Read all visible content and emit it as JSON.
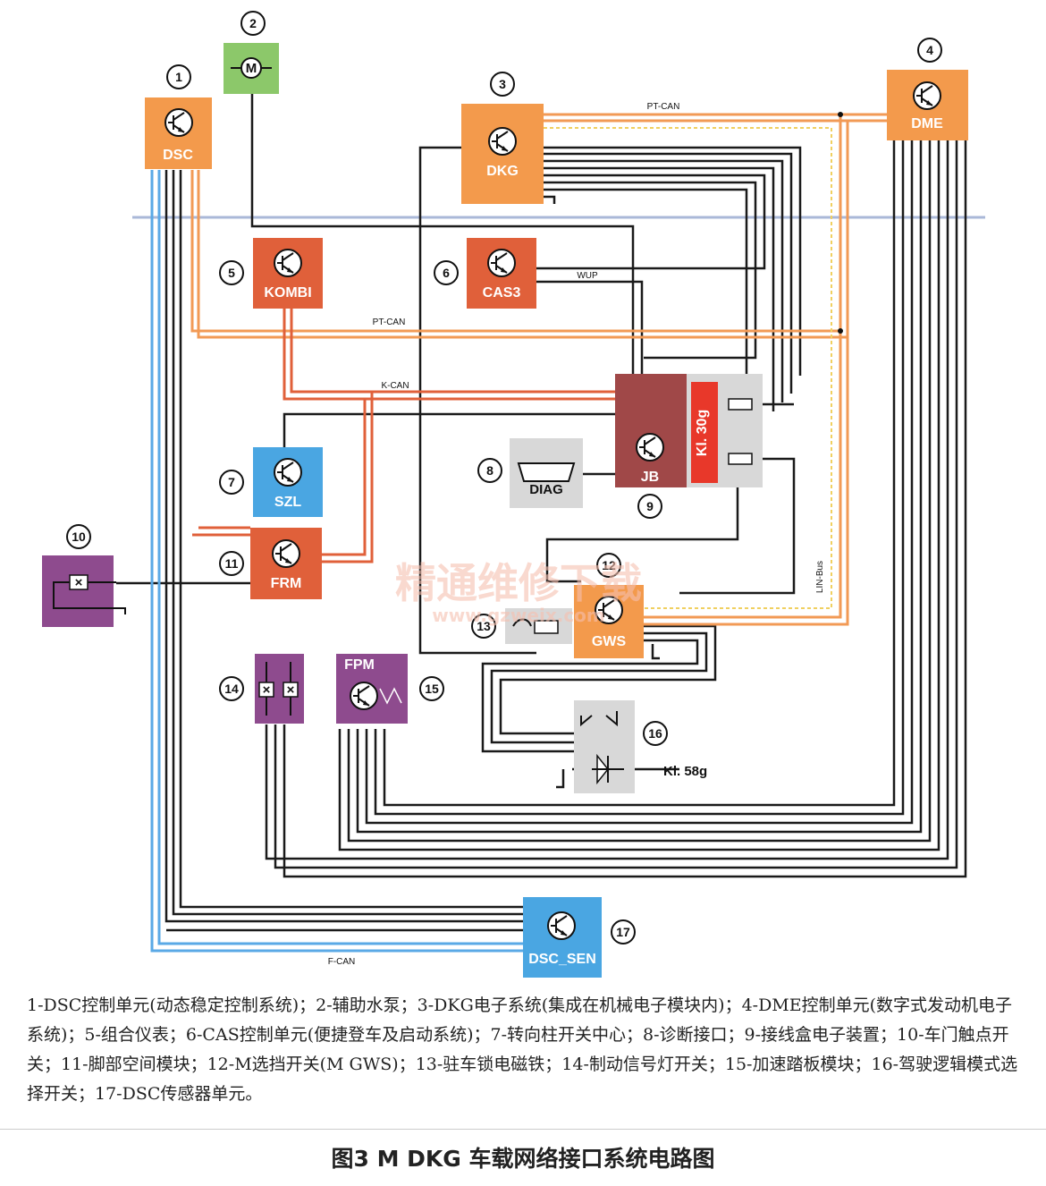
{
  "modules": {
    "dsc": {
      "number": "1",
      "label": "DSC"
    },
    "pump": {
      "number": "2",
      "label": "M"
    },
    "dkg": {
      "number": "3",
      "label": "DKG"
    },
    "dme": {
      "number": "4",
      "label": "DME"
    },
    "kombi": {
      "number": "5",
      "label": "KOMBI"
    },
    "cas3": {
      "number": "6",
      "label": "CAS3"
    },
    "szl": {
      "number": "7",
      "label": "SZL"
    },
    "diag": {
      "number": "8",
      "label": "DIAG"
    },
    "jb": {
      "number": "9",
      "label": "JB",
      "kl30g": "Kl. 30g"
    },
    "door": {
      "number": "10"
    },
    "frm": {
      "number": "11",
      "label": "FRM"
    },
    "gws": {
      "number": "12",
      "label": "GWS"
    },
    "lock": {
      "number": "13"
    },
    "brake": {
      "number": "14"
    },
    "fpm": {
      "number": "15",
      "label": "FPM"
    },
    "mode": {
      "number": "16",
      "kl58g": "Kl. 58g"
    },
    "dsc_sen": {
      "number": "17",
      "label": "DSC_SEN"
    }
  },
  "bus_labels": {
    "pt_can_top": "PT-CAN",
    "pt_can_mid": "PT-CAN",
    "k_can": "K-CAN",
    "wup": "WUP",
    "lin_bus": "LIN-Bus",
    "f_can": "F-CAN"
  },
  "colors": {
    "pt_can": "#f29a55",
    "f_can": "#5aa9e6",
    "k_can": "#e0603a",
    "lin_bus": "#f0d060",
    "wire": "#1a1a1a",
    "module_orange": "#f39a4c",
    "module_red": "#e0603a",
    "module_blue": "#4aa6e2",
    "module_green": "#8cc86a",
    "module_purple": "#8e4b8e",
    "module_jb": "#a04848",
    "module_grey": "#d8d8d8"
  },
  "watermark": {
    "title": "精通维修下载",
    "url": "www.gzweix.com"
  },
  "caption": "1-DSC控制单元(动态稳定控制系统)；2-辅助水泵；3-DKG电子系统(集成在机械电子模块内)；4-DME控制单元(数字式发动机电子系统)；5-组合仪表；6-CAS控制单元(便捷登车及启动系统)；7-转向柱开关中心；8-诊断接口；9-接线盒电子装置；10-车门触点开关；11-脚部空间模块；12-M选挡开关(M GWS)；13-驻车锁电磁铁；14-制动信号灯开关；15-加速踏板模块；16-驾驶逻辑模式选择开关；17-DSC传感器单元。",
  "figure_title": "图3 M DKG 车载网络接口系统电路图"
}
